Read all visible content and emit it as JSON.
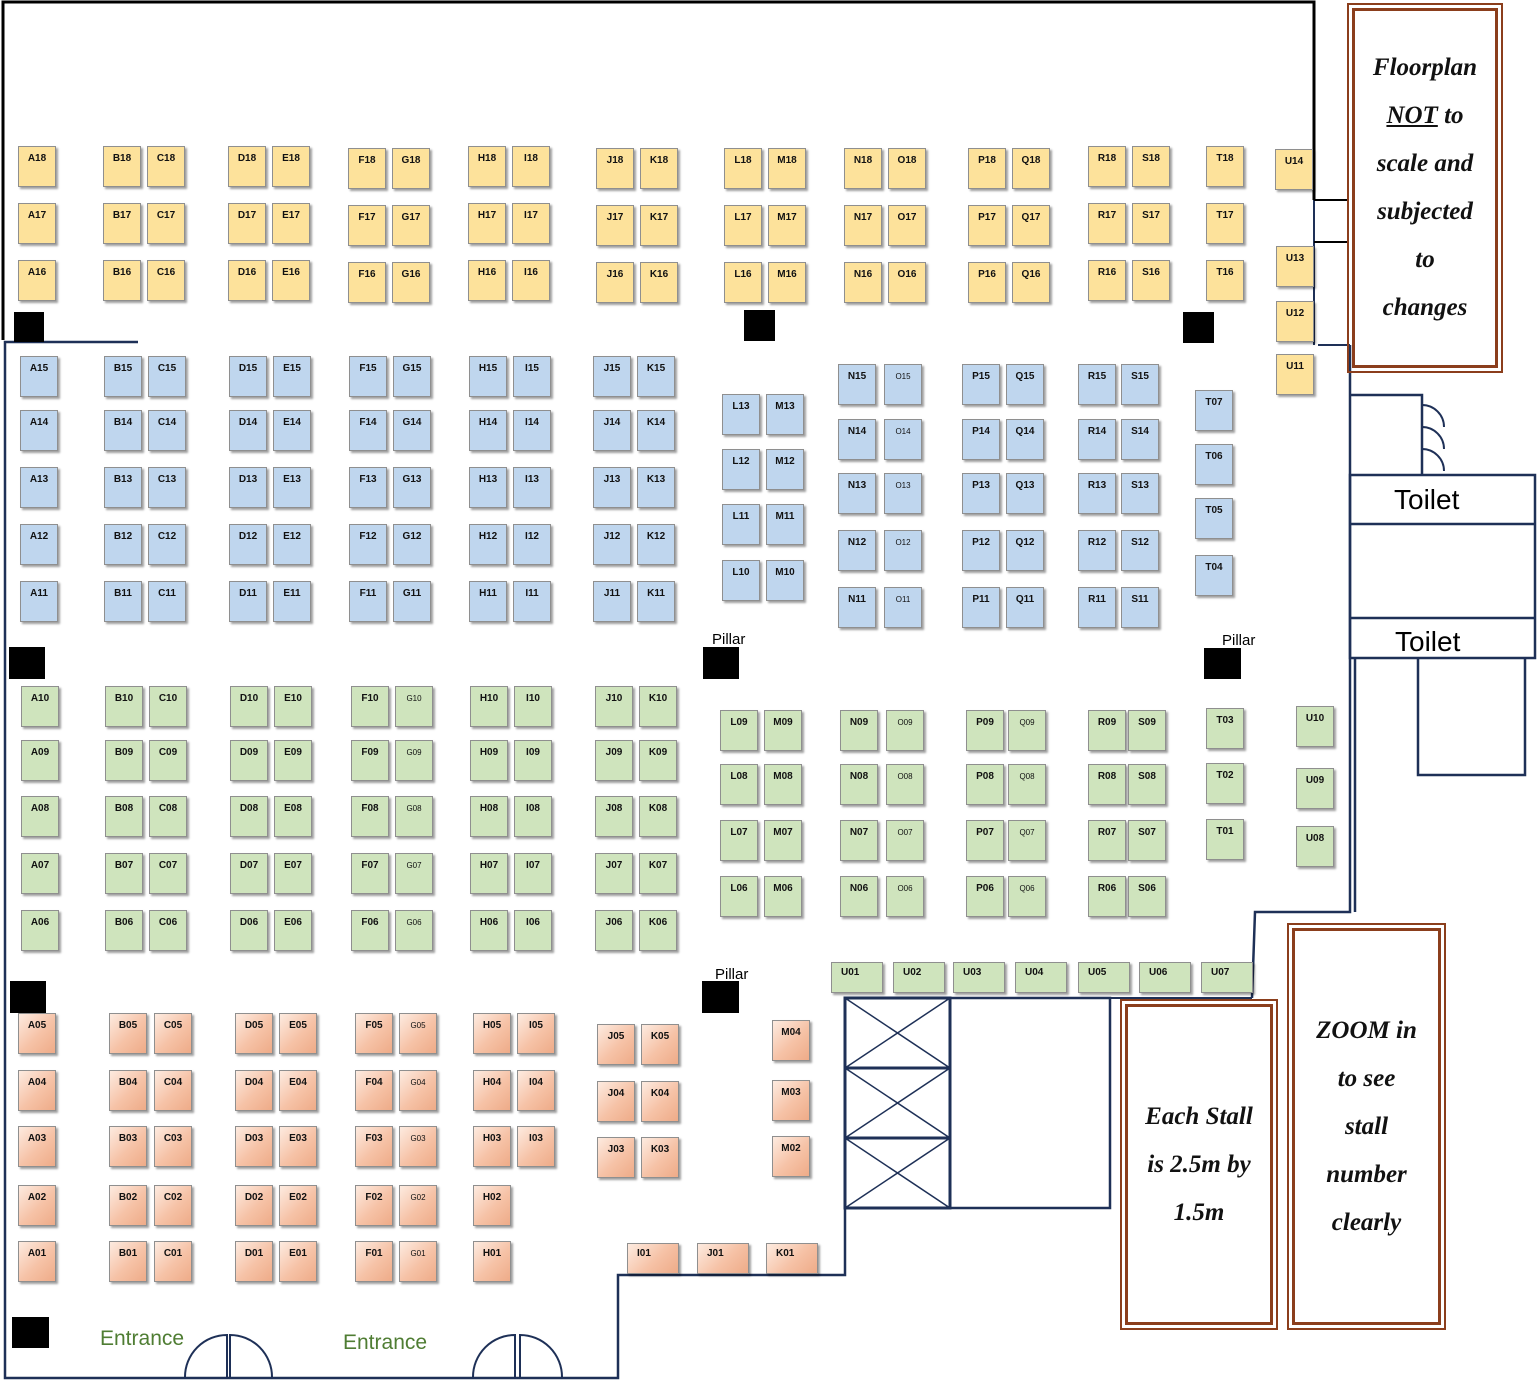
{
  "colors": {
    "top_stalls": "#fde29b",
    "upper_middle_stalls": "#bfd6ee",
    "lower_middle_stalls": "#cfe4bd",
    "entrance_stalls": "#f6c2a6",
    "walls": "#1e3057",
    "note_border": "#8b3e1c",
    "entrance_text": "#4f7d33"
  },
  "notes": {
    "floorplan": {
      "line1": "Floorplan",
      "line2_underlined": "NOT",
      "line2_rest": " to",
      "line3": "scale and",
      "line4": "subjected",
      "line5": "to",
      "line6": "changes"
    },
    "stall_size": {
      "line1": "Each Stall",
      "line2": "is 2.5m by",
      "line3": "1.5m"
    },
    "zoom": {
      "line1": "ZOOM in",
      "line2": "to see",
      "line3": "stall",
      "line4": "number",
      "line5": "clearly"
    }
  },
  "labels": {
    "pillar": "Pillar",
    "entrance": "Entrance",
    "toilet": "Toilet"
  },
  "stall_rows": {
    "yellow": [
      "A18",
      "B18",
      "C18",
      "D18",
      "E18",
      "F18",
      "G18",
      "H18",
      "I18",
      "J18",
      "K18",
      "L18",
      "M18",
      "N18",
      "O18",
      "P18",
      "Q18",
      "R18",
      "S18",
      "T18",
      "U14",
      "A17",
      "B17",
      "C17",
      "D17",
      "E17",
      "F17",
      "G17",
      "H17",
      "I17",
      "J17",
      "K17",
      "L17",
      "M17",
      "N17",
      "O17",
      "P17",
      "Q17",
      "R17",
      "S17",
      "T17",
      "A16",
      "B16",
      "C16",
      "D16",
      "E16",
      "F16",
      "G16",
      "H16",
      "I16",
      "J16",
      "K16",
      "L16",
      "M16",
      "N16",
      "O16",
      "P16",
      "Q16",
      "R16",
      "S16",
      "T16",
      "U13",
      "U12",
      "U11"
    ],
    "blue": [
      "A15",
      "A14",
      "A13",
      "A12",
      "A11",
      "B15",
      "B14",
      "B13",
      "B12",
      "B11",
      "C15",
      "C14",
      "C13",
      "C12",
      "C11",
      "D15",
      "D14",
      "D13",
      "D12",
      "D11",
      "E15",
      "E14",
      "E13",
      "E12",
      "E11",
      "F15",
      "F14",
      "F13",
      "F12",
      "F11",
      "G15",
      "G14",
      "G13",
      "G12",
      "G11",
      "H15",
      "H14",
      "H13",
      "H12",
      "H11",
      "I15",
      "I14",
      "I13",
      "I12",
      "I11",
      "J15",
      "J14",
      "J13",
      "J12",
      "J11",
      "K15",
      "K14",
      "K13",
      "K12",
      "K11",
      "L13",
      "L12",
      "L11",
      "L10",
      "M13",
      "M12",
      "M11",
      "M10",
      "N15",
      "N14",
      "N13",
      "N12",
      "N11",
      "O15",
      "O14",
      "O13",
      "O12",
      "O11",
      "P15",
      "P14",
      "P13",
      "P12",
      "P11",
      "Q15",
      "Q14",
      "Q13",
      "Q12",
      "Q11",
      "R15",
      "R14",
      "R13",
      "R12",
      "R11",
      "S15",
      "S14",
      "S13",
      "S12",
      "S11",
      "T07",
      "T06",
      "T05",
      "T04"
    ],
    "green": [
      "A10",
      "A09",
      "A08",
      "A07",
      "A06",
      "B10",
      "B09",
      "B08",
      "B07",
      "B06",
      "C10",
      "C09",
      "C08",
      "C07",
      "C06",
      "D10",
      "D09",
      "D08",
      "D07",
      "D06",
      "E10",
      "E09",
      "E08",
      "E07",
      "E06",
      "F10",
      "F09",
      "F08",
      "F07",
      "F06",
      "G10",
      "G09",
      "G08",
      "G07",
      "G06",
      "H10",
      "H09",
      "H08",
      "H07",
      "H06",
      "I10",
      "I09",
      "I08",
      "I07",
      "I06",
      "J10",
      "J09",
      "J08",
      "J07",
      "J06",
      "K10",
      "K09",
      "K08",
      "K07",
      "K06",
      "L09",
      "L08",
      "L07",
      "L06",
      "M09",
      "M08",
      "M07",
      "M06",
      "N09",
      "N08",
      "N07",
      "N06",
      "O09",
      "O08",
      "O07",
      "O06",
      "P09",
      "P08",
      "P07",
      "P06",
      "Q09",
      "Q08",
      "Q07",
      "Q06",
      "R09",
      "R08",
      "R07",
      "R06",
      "S09",
      "S08",
      "S07",
      "S06",
      "T03",
      "T02",
      "T01",
      "U10",
      "U09",
      "U08",
      "U01",
      "U02",
      "U03",
      "U04",
      "U05",
      "U06",
      "U07"
    ],
    "orange": [
      "A05",
      "A04",
      "A03",
      "A02",
      "A01",
      "B05",
      "B04",
      "B03",
      "B02",
      "B01",
      "C05",
      "C04",
      "C03",
      "C02",
      "C01",
      "D05",
      "D04",
      "D03",
      "D02",
      "D01",
      "E05",
      "E04",
      "E03",
      "E02",
      "E01",
      "F05",
      "F04",
      "F03",
      "F02",
      "F01",
      "G05",
      "G04",
      "G03",
      "G02",
      "G01",
      "H05",
      "H04",
      "H03",
      "H02",
      "H01",
      "I05",
      "I04",
      "I03",
      "J05",
      "J04",
      "J03",
      "K05",
      "K04",
      "K03",
      "M04",
      "M03",
      "M02",
      "I01",
      "J01",
      "K01"
    ]
  }
}
